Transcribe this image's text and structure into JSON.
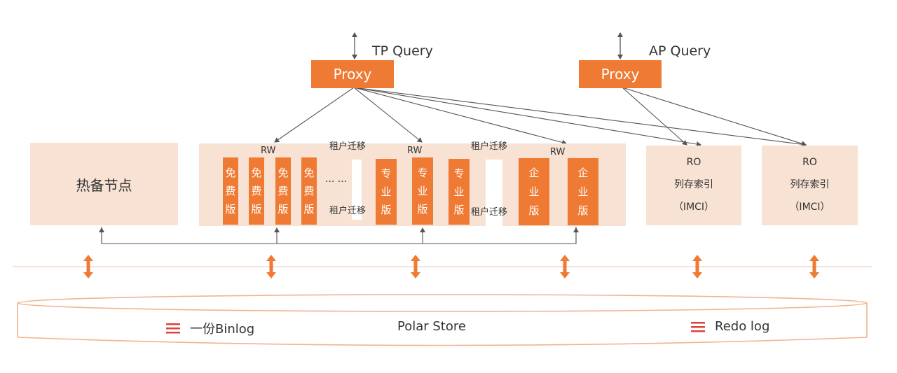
{
  "tp": {
    "query": "TP Query",
    "proxy": "Proxy"
  },
  "ap": {
    "query": "AP Query",
    "proxy": "Proxy"
  },
  "hot_standby": "热备节点",
  "rw_label": "RW",
  "ellipsis": "··· ···",
  "tenant_migration": "租户迁移",
  "tiles": {
    "free": [
      "免",
      "费",
      "版"
    ],
    "pro": [
      "专",
      "业",
      "版"
    ],
    "ent": [
      "企",
      "业",
      "版"
    ]
  },
  "ro_nodes": [
    {
      "line1": "RO",
      "line2": "列存索引",
      "line3": "（IMCI）"
    },
    {
      "line1": "RO",
      "line2": "列存索引",
      "line3": "（IMCI）"
    }
  ],
  "store": {
    "binlog": "一份Binlog",
    "center": "Polar Store",
    "redo": "Redo log"
  },
  "colors": {
    "accent": "#ef7a33",
    "panel": "#f7e2d3",
    "line": "#555555"
  },
  "icons": [
    "bidirectional-arrow-icon",
    "menu-lines-icon"
  ]
}
